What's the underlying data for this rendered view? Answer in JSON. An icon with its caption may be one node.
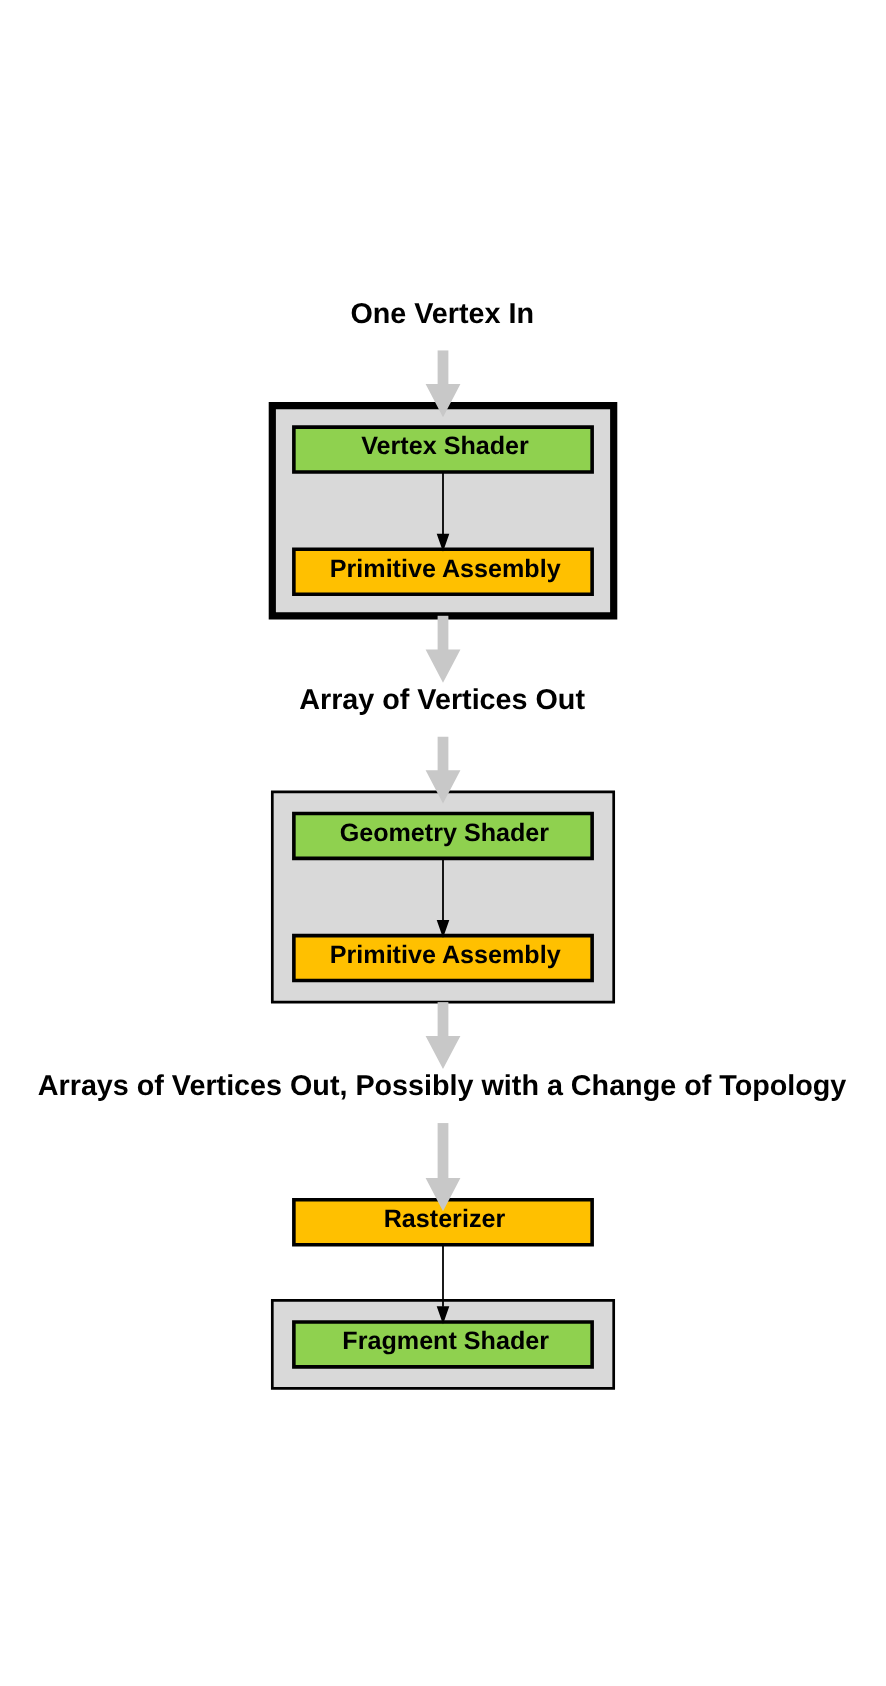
{
  "diagram": {
    "nodes": [
      {
        "text": [
          "One Vertex In"
        ]
      },
      {
        "text": [],
        "shape": "box"
      },
      {
        "text": [
          "Vertex Shader"
        ],
        "in": 1
      },
      {
        "text": [
          "Primitive Assembly"
        ],
        "in": 1
      },
      {
        "text": [
          "Array of Vertices Out"
        ]
      },
      {
        "text": [],
        "shape": "box"
      },
      {
        "text": [
          "Geometry Shader"
        ],
        "in": 5
      },
      {
        "text": [
          "Primitive Assembly"
        ],
        "in": 5
      },
      {
        "text": [
          "Arrays of Vertices Out, Possibly with a Change of Topology"
        ]
      },
      {
        "text": [
          "Rasterizer"
        ]
      },
      {
        "text": [],
        "shape": "box"
      },
      {
        "text": [
          "Fragment Shader"
        ],
        "in": 10
      }
    ],
    "edges": [
      {
        "from": 0,
        "to": 1,
        "arrow": "to"
      },
      {
        "from": 2,
        "to": 3,
        "arrow": "to",
        "color": "#000000"
      },
      {
        "from": 1,
        "to": 4,
        "arrow": "to"
      },
      {
        "from": 4,
        "to": 5,
        "arrow": "to"
      },
      {
        "from": 6,
        "to": 7,
        "arrow": "to",
        "color": "#000000"
      },
      {
        "from": 5,
        "to": 8,
        "arrow": "to"
      },
      {
        "from": 8,
        "to": 9,
        "arrow": "to"
      },
      {
        "from": 9,
        "to": 11,
        "arrow": "to",
        "color": "#000000"
      }
    ]
  }
}
